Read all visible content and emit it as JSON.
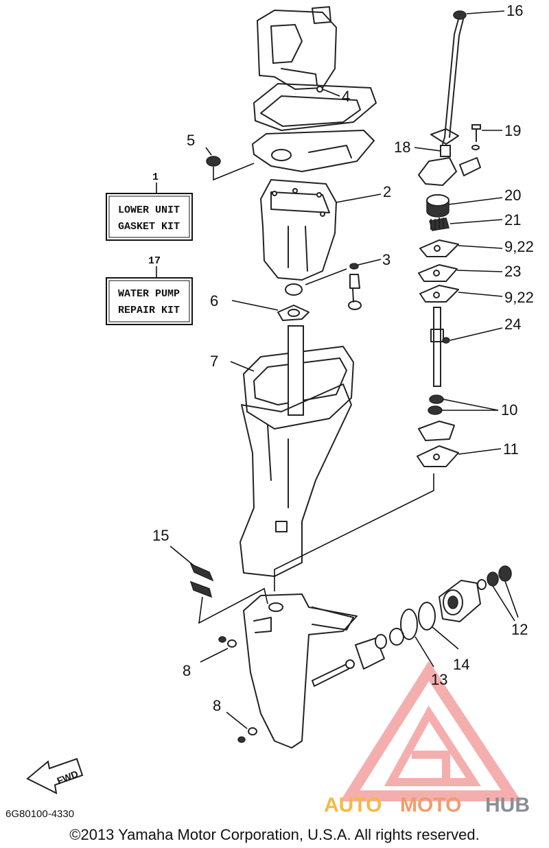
{
  "kits": [
    {
      "number": "1",
      "line1": "LOWER UNIT",
      "line2": "GASKET KIT"
    },
    {
      "number": "17",
      "line1": "WATER PUMP",
      "line2": "REPAIR KIT"
    }
  ],
  "callouts": {
    "c2": "2",
    "c3": "3",
    "c4": "4",
    "c5": "5",
    "c6": "6",
    "c7": "7",
    "c8a": "8",
    "c8b": "8",
    "c9a": "9,22",
    "c9b": "9,22",
    "c10": "10",
    "c11": "11",
    "c12": "12",
    "c13": "13",
    "c14": "14",
    "c15": "15",
    "c16": "16",
    "c18": "18",
    "c19": "19",
    "c20": "20",
    "c21": "21",
    "c23": "23",
    "c24": "24"
  },
  "direction_label": "FWD",
  "catalog_code": "6G80100-4330",
  "copyright": "©2013 Yamaha Motor Corporation, U.S.A. All rights reserved.",
  "watermark": {
    "auto": "AUTO",
    "moto": "MOTO",
    "hub": "HUB",
    "colors": {
      "auto": "#f5b942",
      "moto": "#f29c6b",
      "hub": "#8a8f96",
      "logo": "#f4a0a0"
    }
  }
}
